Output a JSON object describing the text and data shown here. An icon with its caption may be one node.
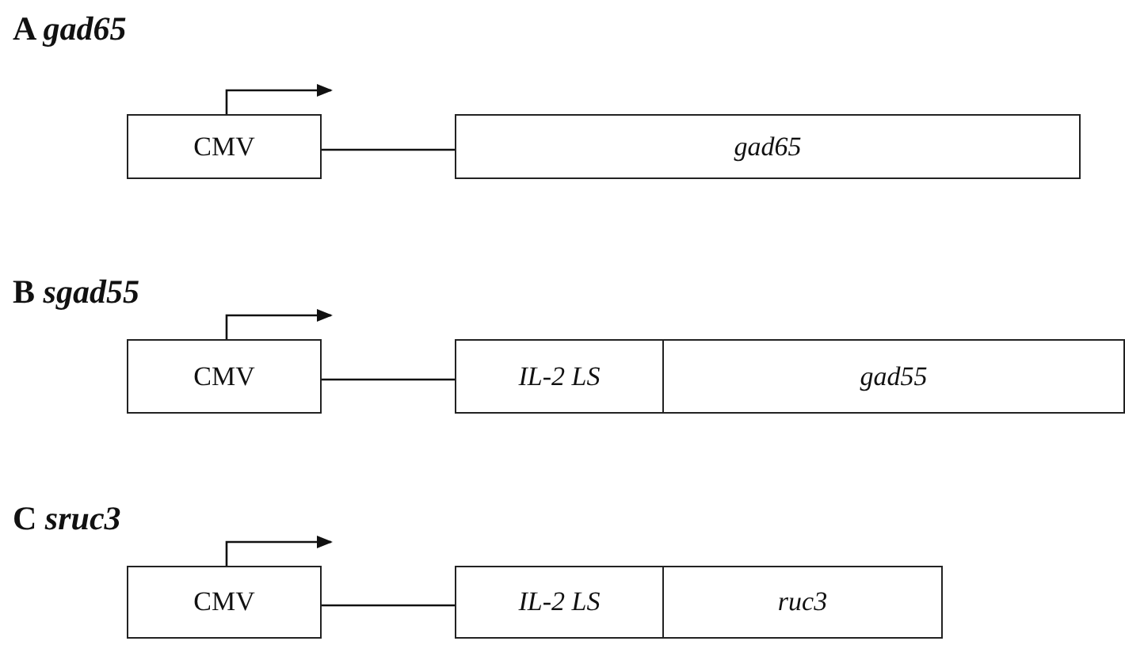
{
  "diagram": {
    "nodes": [
      {
        "text": [
          "CMV"
        ]
      },
      {
        "text": [
          "gad65"
        ]
      },
      {
        "text": [
          "CMV"
        ]
      },
      {
        "text": [
          "IL-2 LS"
        ]
      },
      {
        "text": [
          "gad55"
        ]
      },
      {
        "text": [
          "CMV"
        ]
      },
      {
        "text": [
          "IL-2 LS"
        ]
      },
      {
        "text": [
          "ruc3"
        ]
      }
    ],
    "edges": [
      {
        "from": 0,
        "to": 1,
        "arrow": "none"
      },
      {
        "from": 2,
        "to": 3,
        "arrow": "none"
      },
      {
        "from": 5,
        "to": 6,
        "arrow": "none"
      }
    ],
    "labels": [
      "A *gad65*",
      "B *sgad55*",
      "C *sruc3*"
    ]
  }
}
